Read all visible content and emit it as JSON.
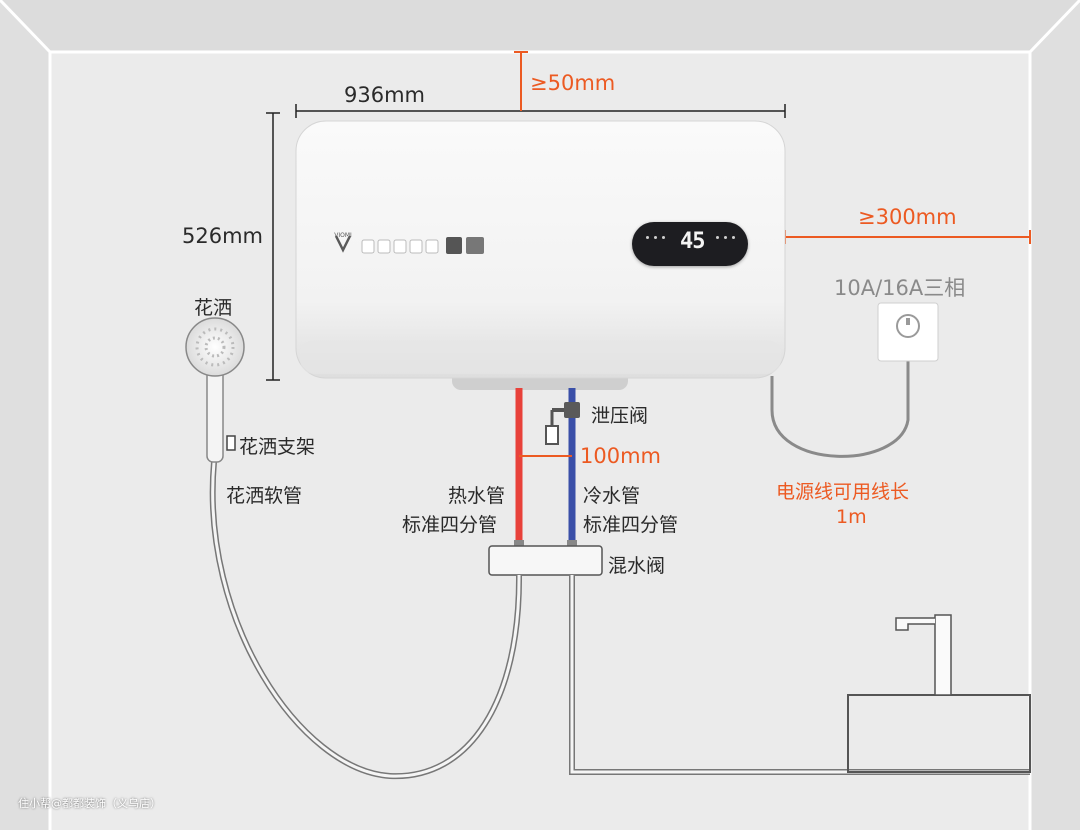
{
  "dimensions": {
    "width": "936mm",
    "height": "526mm",
    "top_clearance": "≥50mm",
    "side_clearance": "≥300mm",
    "pipe_spacing": "100mm"
  },
  "heater": {
    "brand": "VIOMI",
    "display_value": "45"
  },
  "power": {
    "socket_spec": "10A/16A三相",
    "cord_note_line1": "电源线可用线长",
    "cord_note_line2": "1m"
  },
  "labels": {
    "shower": "花洒",
    "shower_holder": "花洒支架",
    "shower_hose": "花洒软管",
    "relief_valve": "泄压阀",
    "hot_pipe_line1": "热水管",
    "hot_pipe_line2": "标准四分管",
    "cold_pipe_line1": "冷水管",
    "cold_pipe_line2": "标准四分管",
    "mixing_valve": "混水阀"
  },
  "watermark": "住小帮@都都装饰（义乌店）",
  "colors": {
    "accent_orange": "#ec5a22",
    "hot_pipe": "#e8413a",
    "cold_pipe": "#3a4fa8",
    "wall": "#e9e9e9"
  }
}
